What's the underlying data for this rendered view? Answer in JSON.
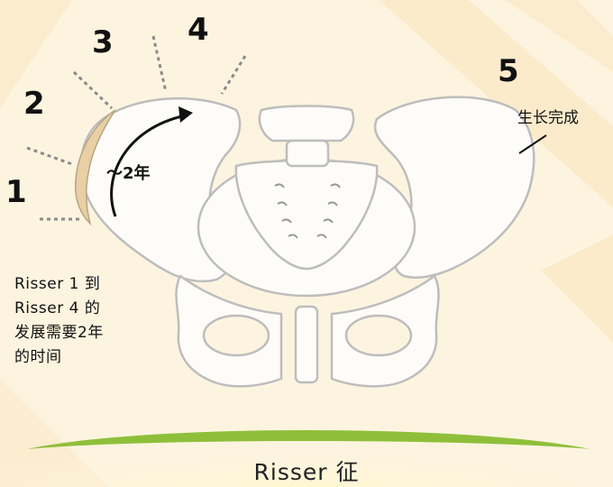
{
  "stages": [
    "1",
    "2",
    "3",
    "4",
    "5"
  ],
  "duration_label": "～2年",
  "completion_label": "生长完成",
  "note_lines": [
    "Risser 1 到",
    "Risser 4 的",
    "发展需要2年",
    "的时间"
  ],
  "caption": "Risser 征",
  "colors": {
    "background": "#fdf4e0",
    "background_rays": "#fbe6c0",
    "bone_fill": "#fdfcf8",
    "bone_outline": "#bfbfbf",
    "apophysis": "#e8cfa4",
    "green_band": "#8fbf3a",
    "text": "#111111"
  }
}
